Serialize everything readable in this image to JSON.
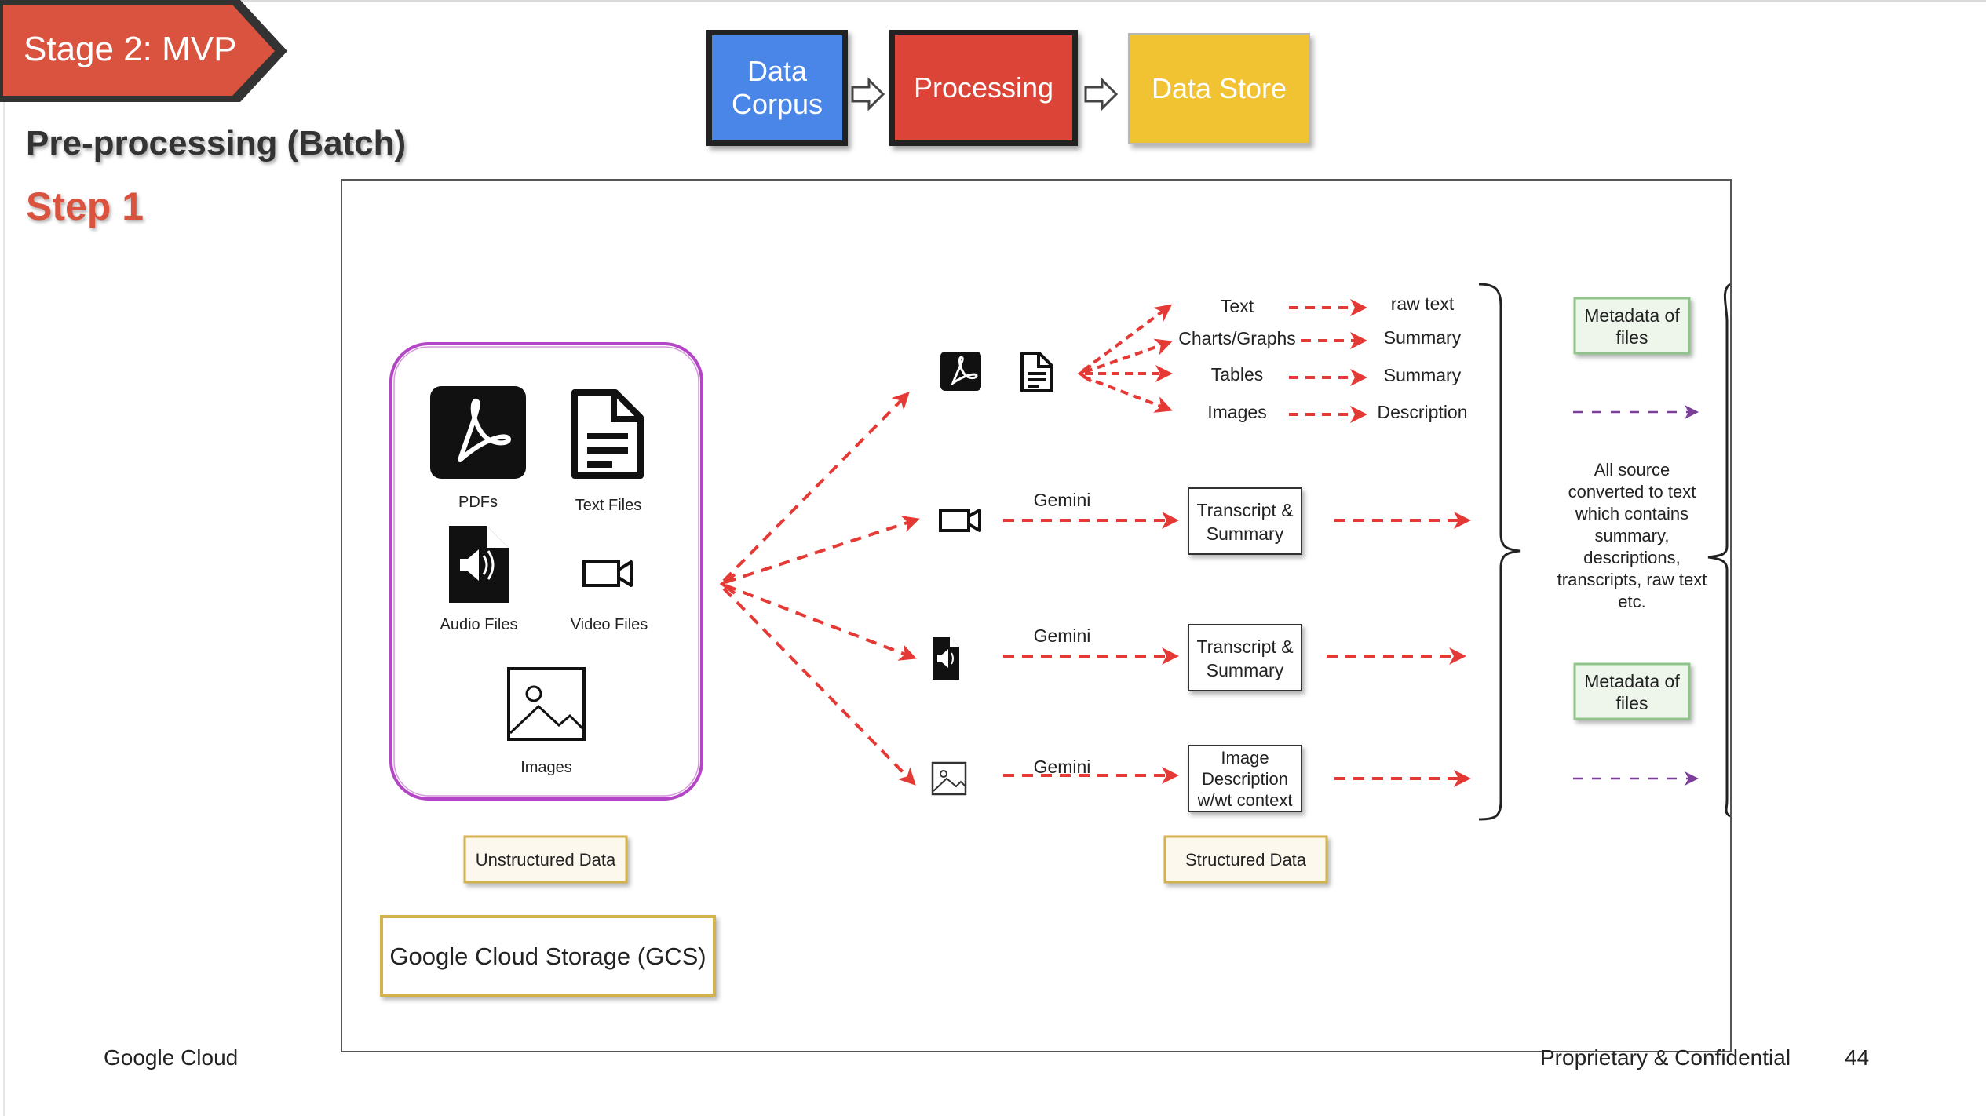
{
  "header": {
    "stage": "Stage 2: MVP",
    "subtitle": "Pre-processing (Batch)",
    "step": "Step 1"
  },
  "pipeline": {
    "corpus": "Data Corpus",
    "processing": "Processing",
    "store": "Data Store"
  },
  "colors": {
    "stage_red": "#d9533f",
    "corpus_blue": "#4a86e8",
    "processing_red": "#db4437",
    "store_yellow": "#f1c232",
    "arrow_red": "#e53935",
    "magenta_border": "#b445c6",
    "purple_arrow": "#7b3f98",
    "gold_border": "#d4b24c",
    "green_border": "#8fc48a"
  },
  "diagram": {
    "sources": {
      "pdfs": "PDFs",
      "text_files": "Text Files",
      "audio_files": "Audio Files",
      "video_files": "Video Files",
      "images": "Images"
    },
    "pdf_branch": {
      "rows": [
        {
          "input": "Text",
          "output": "raw text"
        },
        {
          "input": "Charts/Graphs",
          "output": "Summary"
        },
        {
          "input": "Tables",
          "output": "Summary"
        },
        {
          "input": "Images",
          "output": "Description"
        }
      ]
    },
    "gemini_label": "Gemini",
    "video_output": [
      "Transcript &",
      "Summary"
    ],
    "audio_output": [
      "Transcript &",
      "Summary"
    ],
    "image_output": [
      "Image",
      "Description",
      "w/wt context"
    ],
    "metadata_top": [
      "Metadata of",
      "files"
    ],
    "metadata_bottom": [
      "Metadata of",
      "files"
    ],
    "summary_note": [
      "All source",
      "converted to text",
      "which contains",
      "summary,",
      "descriptions,",
      "transcripts, raw text",
      "etc."
    ],
    "unstructured_label": "Unstructured Data",
    "structured_label": "Structured Data",
    "gcs_label": "Google Cloud Storage (GCS)",
    "icons": [
      "pdf-icon",
      "document-icon",
      "audio-file-icon",
      "video-camera-icon",
      "image-icon"
    ]
  },
  "footer": {
    "brand": "Google Cloud",
    "confidential": "Proprietary & Confidential",
    "page": "44"
  }
}
